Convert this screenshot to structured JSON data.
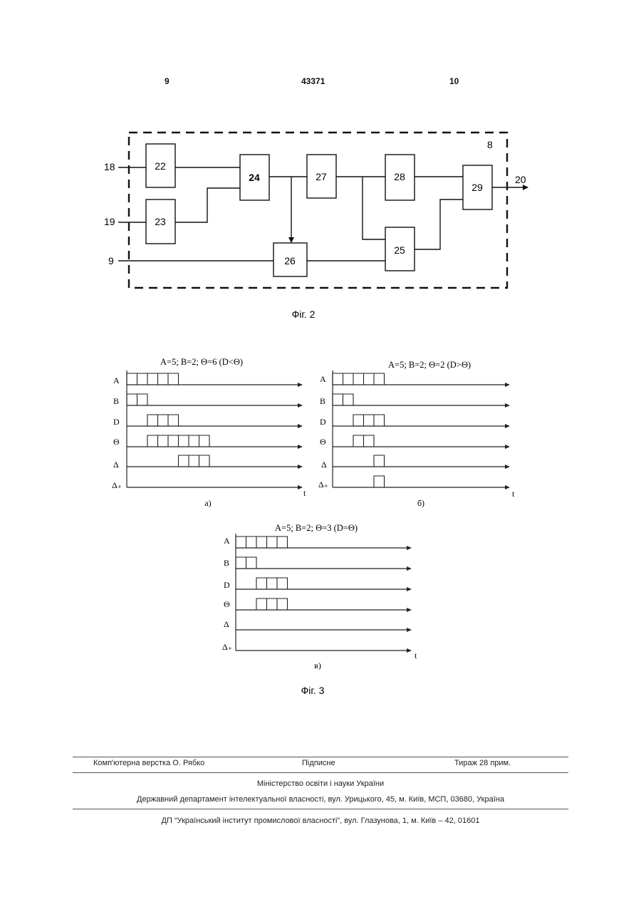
{
  "header": {
    "page_left": "9",
    "patent_number": "43371",
    "page_right": "10"
  },
  "figure2": {
    "caption": "Фіг. 2",
    "unit_label": "8",
    "blocks": [
      "22",
      "23",
      "24",
      "25",
      "26",
      "27",
      "28",
      "29"
    ],
    "ports": {
      "in18": "18",
      "in19": "19",
      "in9": "9",
      "out20": "20"
    }
  },
  "figure3": {
    "caption": "Фіг. 3",
    "panels": [
      {
        "id": "a",
        "title": "A=5; B=2; Θ=6 (D<Θ)",
        "label": "а)",
        "signals": [
          "A",
          "B",
          "D",
          "Θ",
          "Δ",
          "Δ₊"
        ],
        "pulses": {
          "A": [
            0,
            5
          ],
          "B": [
            0,
            2
          ],
          "D": [
            2,
            5
          ],
          "Θ": [
            2,
            8
          ],
          "Δ": [
            5,
            8
          ],
          "Δ₊": null
        }
      },
      {
        "id": "b",
        "title": "A=5; B=2; Θ=2 (D>Θ)",
        "label": "б)",
        "signals": [
          "A",
          "B",
          "D",
          "Θ",
          "Δ",
          "Δ₊"
        ],
        "pulses": {
          "A": [
            0,
            5
          ],
          "B": [
            0,
            2
          ],
          "D": [
            2,
            5
          ],
          "Θ": [
            2,
            4
          ],
          "Δ": [
            4,
            5
          ],
          "Δ₊": [
            4,
            5
          ]
        }
      },
      {
        "id": "c",
        "title": "A=5; B=2; Θ=3 (D=Θ)",
        "label": "в)",
        "signals": [
          "A",
          "B",
          "D",
          "Θ",
          "Δ",
          "Δ₊"
        ],
        "pulses": {
          "A": [
            0,
            5
          ],
          "B": [
            0,
            2
          ],
          "D": [
            2,
            5
          ],
          "Θ": [
            2,
            5
          ],
          "Δ": null,
          "Δ₊": null
        }
      }
    ],
    "time_label": "t"
  },
  "footer": {
    "layout": "Комп'ютерна верстка О. Рябко",
    "signed": "Підписне",
    "circulation": "Тираж 28 прим.",
    "ministry": "Міністерство освіти і науки України",
    "department": "Державний департамент інтелектуальної власності, вул. Урицького, 45, м. Київ, МСП, 03680, Україна",
    "institute": "ДП “Український інститут промислової власності”, вул. Глазунова, 1, м. Київ – 42, 01601"
  }
}
